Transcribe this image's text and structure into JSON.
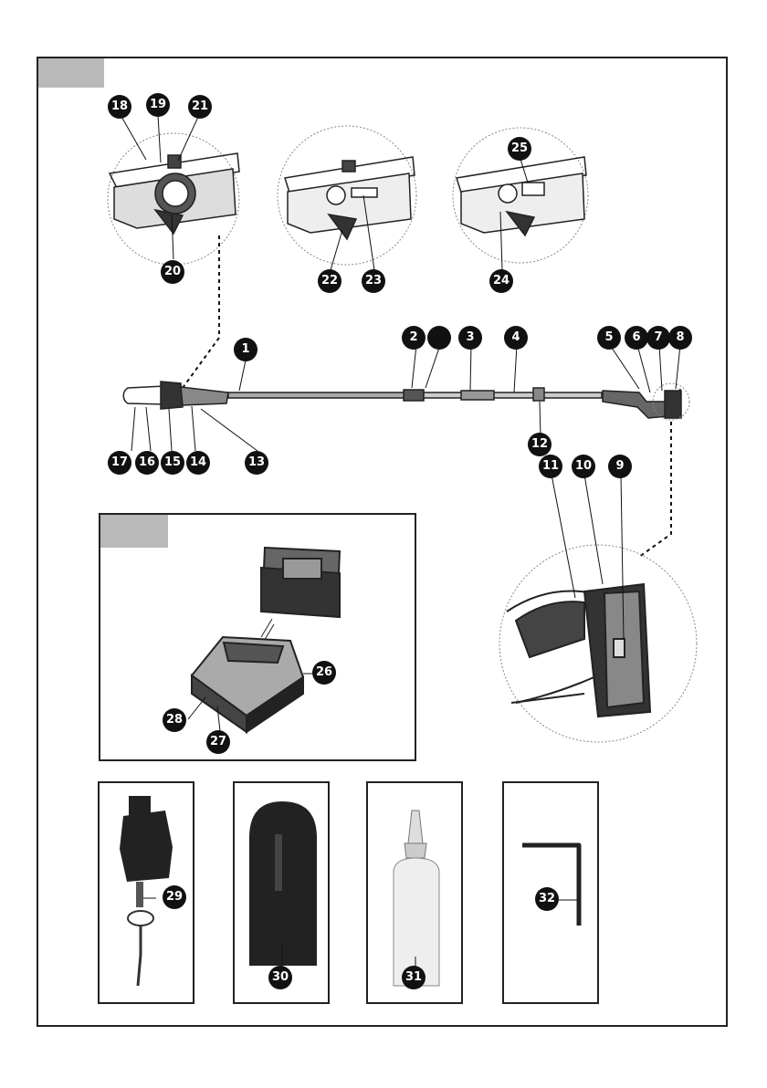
{
  "figure_a": {
    "callouts": {
      "c1": "1",
      "c2": "2",
      "c3": "3",
      "c4": "4",
      "c5": "5",
      "c6": "6",
      "c7": "7",
      "c8": "8",
      "c9": "9",
      "c10": "10",
      "c11": "11",
      "c12": "12",
      "c13": "13",
      "c14": "14",
      "c15": "15",
      "c16": "16",
      "c17": "17",
      "c18": "18",
      "c19": "19",
      "c20": "20",
      "c21": "21",
      "c22": "22",
      "c23": "23",
      "c24": "24",
      "c25": "25"
    }
  },
  "figure_b": {
    "callouts": {
      "c26": "26",
      "c27": "27",
      "c28": "28"
    }
  },
  "accessories": {
    "c29": "29",
    "c30": "30",
    "c31": "31",
    "c32": "32"
  },
  "colors": {
    "tab": "#b9b9b9",
    "ink": "#111111",
    "frame": "#222222"
  }
}
